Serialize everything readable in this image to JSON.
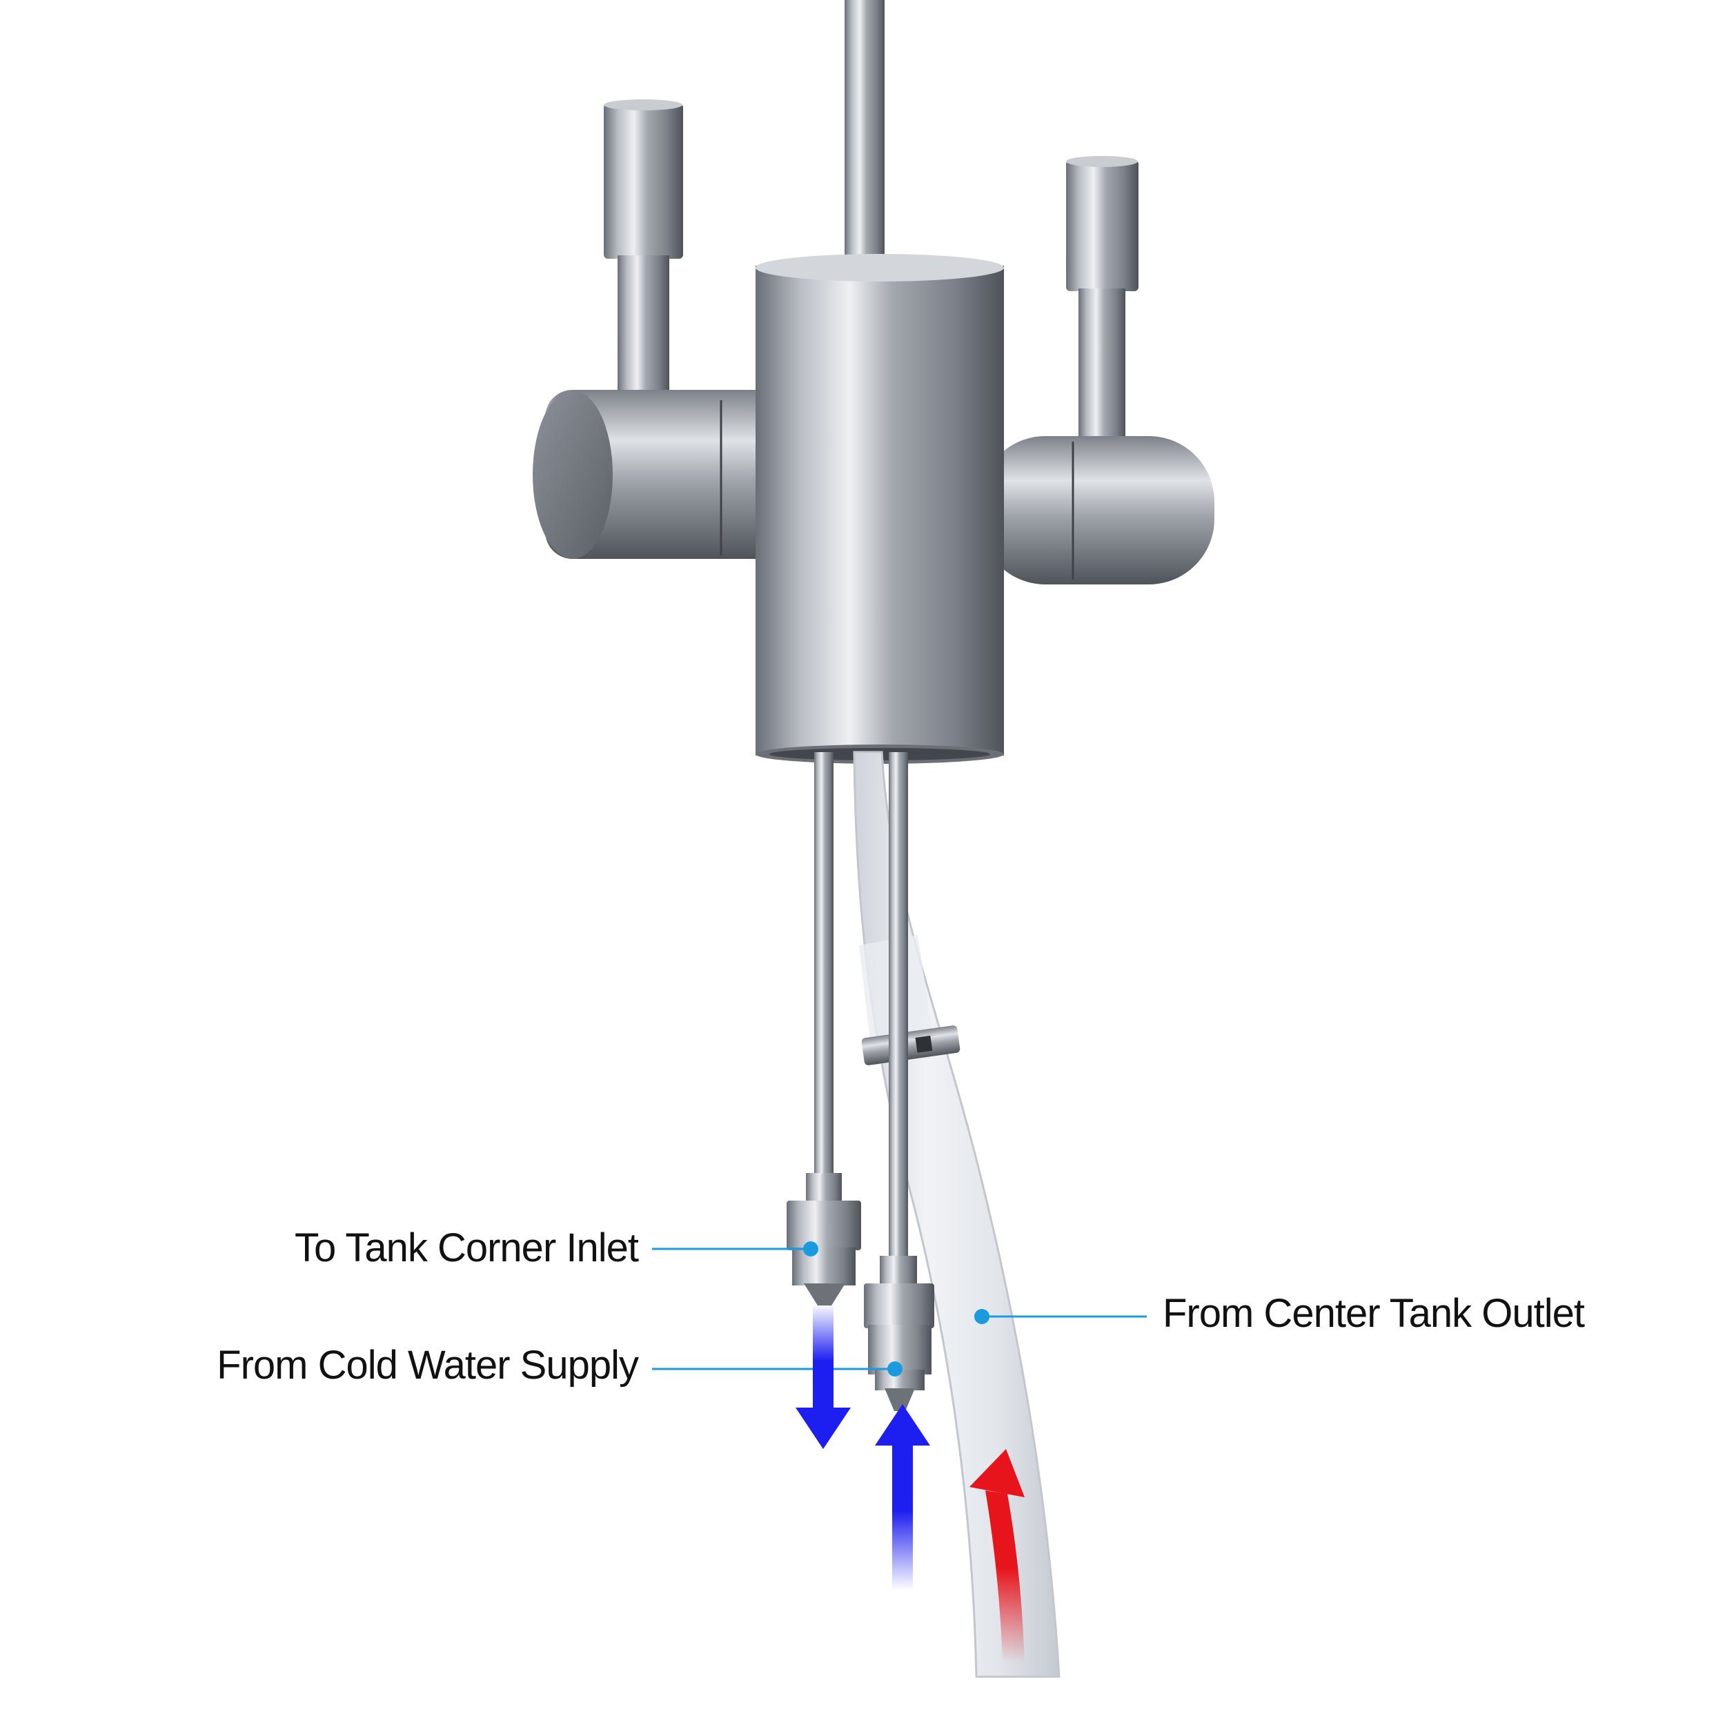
{
  "colors": {
    "background": "#ffffff",
    "steel_light": "#e6e8ec",
    "steel_mid": "#a7abb3",
    "steel_dark": "#5c6068",
    "tube": "#e8ecf1",
    "leader_line": "#1a9be0",
    "cold_arrow": "#1d1ef0",
    "hot_arrow": "#e8141c",
    "label_text": "#111111"
  },
  "callouts": {
    "tank_inlet": "To Tank Corner Inlet",
    "cold_supply": "From Cold Water Supply",
    "center_outlet": "From Center Tank Outlet"
  },
  "flow_arrows": [
    {
      "name": "tank-inlet-flow-arrow",
      "direction": "down",
      "color": "cold"
    },
    {
      "name": "cold-supply-flow-arrow",
      "direction": "up",
      "color": "cold"
    },
    {
      "name": "center-outlet-flow-arrow",
      "direction": "up",
      "color": "hot"
    }
  ]
}
